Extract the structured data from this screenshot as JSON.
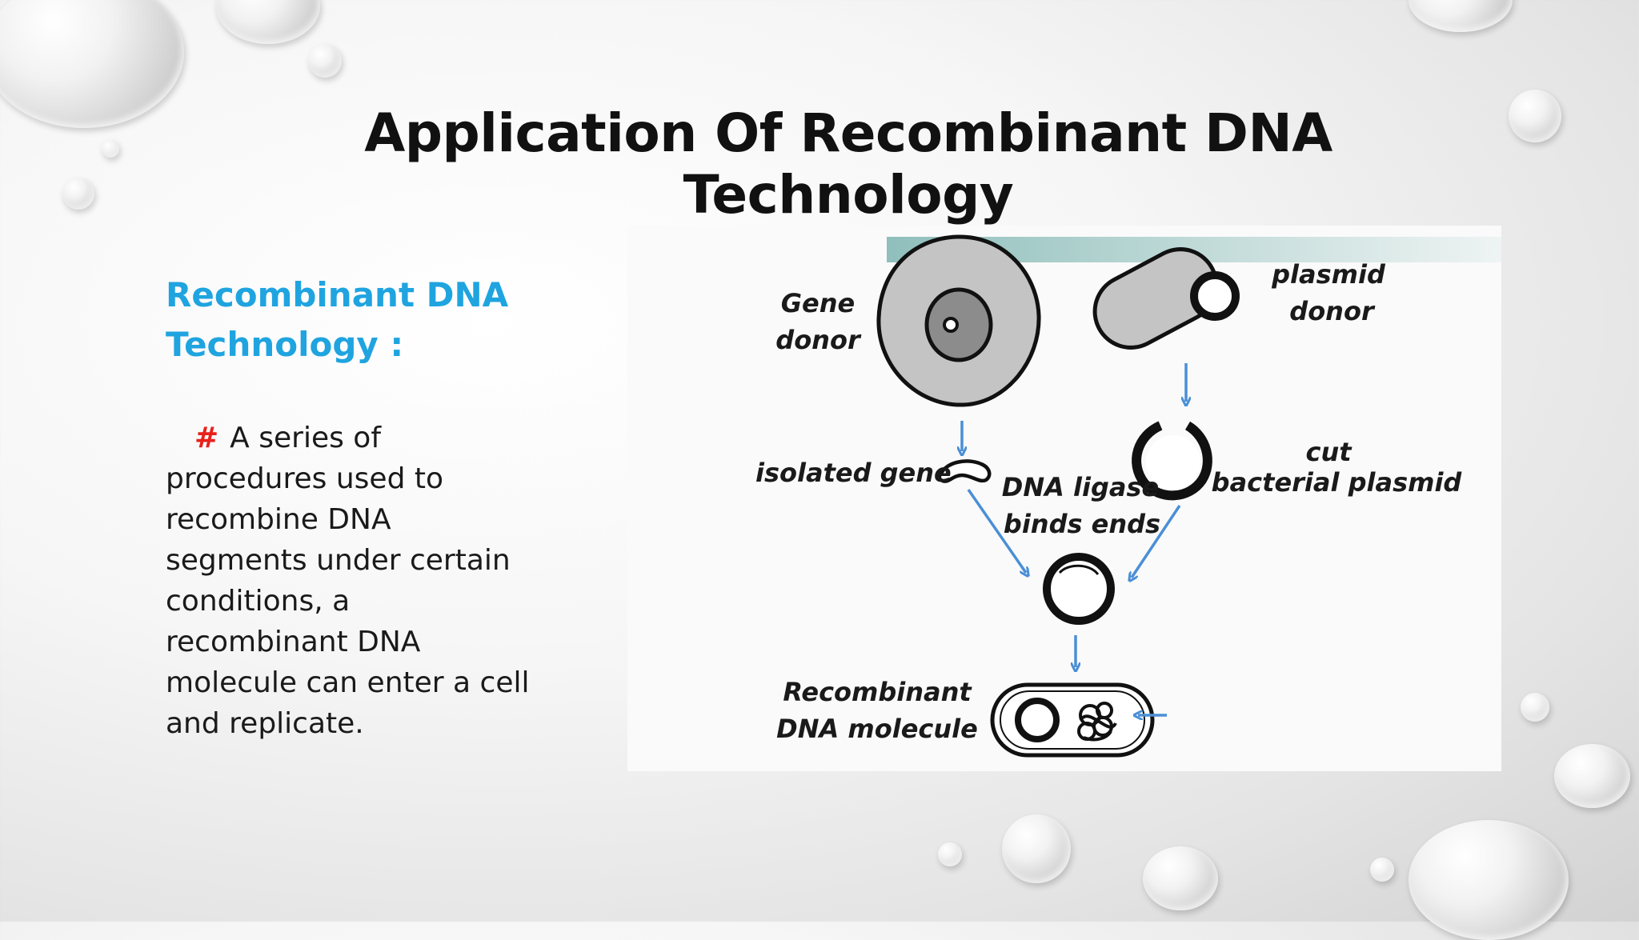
{
  "slide": {
    "title": "Application Of Recombinant DNA Technology",
    "subtitle_line1": "Recombinant DNA",
    "subtitle_line2": "Technology :",
    "bullet_marker": "#",
    "body_line1": "A series of",
    "body_line2": "procedures used to",
    "body_line3": "recombine DNA",
    "body_line4": "segments under certain",
    "body_line5": "conditions, a",
    "body_line6": "recombinant DNA",
    "body_line7": "molecule can enter a cell",
    "body_line8": "and replicate."
  },
  "diagram": {
    "gene_donor_1": "Gene",
    "gene_donor_2": "donor",
    "plasmid_donor_1": "plasmid",
    "plasmid_donor_2": "donor",
    "isolated_gene": "isolated gene",
    "cut_plasmid_1": "cut",
    "cut_plasmid_2": "bacterial plasmid",
    "ligase_1": "DNA ligase",
    "ligase_2": "binds ends",
    "recombinant_1": "Recombinant",
    "recombinant_2": "DNA molecule"
  },
  "colors": {
    "title": "#111111",
    "subtitle": "#1fa4e0",
    "bullet": "#e8201b",
    "arrow": "#4a8fd6",
    "header_bar": "#9fc6c4"
  }
}
